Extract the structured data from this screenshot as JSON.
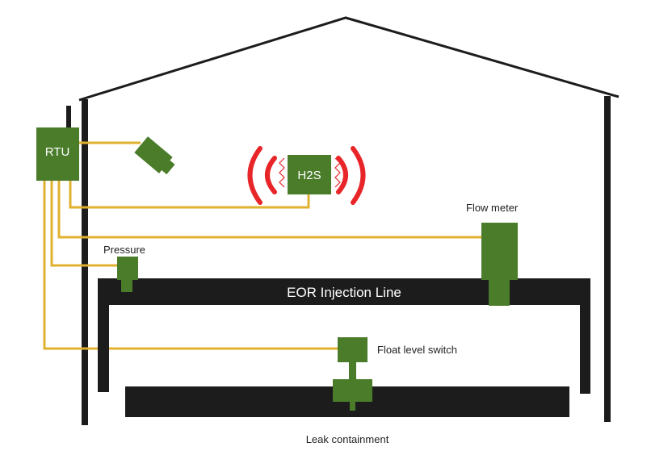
{
  "colors": {
    "device_green": "#4a7c2a",
    "wire_gold": "#e0b230",
    "structure": "#1c1c1c",
    "alarm_red": "#e8262a",
    "background": "#ffffff"
  },
  "devices": {
    "rtu": {
      "label": "RTU",
      "icon": "rtu-box"
    },
    "camera": {
      "icon": "camera-icon"
    },
    "h2s": {
      "label": "H2S",
      "icon": "gas-detector"
    },
    "flow_meter": {
      "label": "Flow meter"
    },
    "pressure": {
      "label": "Pressure"
    },
    "float_switch": {
      "label": "Float level switch"
    }
  },
  "pipeline": {
    "label": "EOR Injection Line"
  },
  "containment": {
    "label": "Leak containment"
  }
}
